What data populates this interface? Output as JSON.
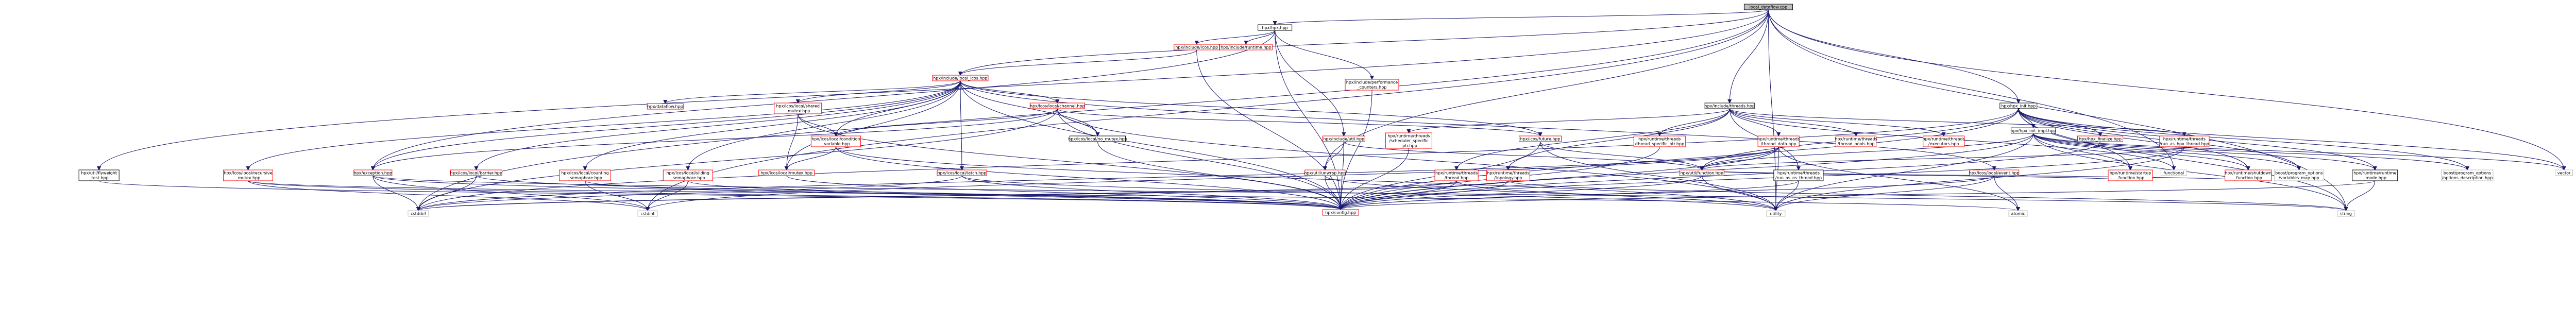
{
  "nodes": [
    {
      "id": "root",
      "lines": [
        "local_dataflow.cpp"
      ],
      "cls": "root"
    },
    {
      "id": "hpxhpp",
      "lines": [
        "hpx/hpx.hpp"
      ],
      "cls": "black"
    },
    {
      "id": "inc_lcos",
      "lines": [
        "hpx/include/lcos.hpp"
      ],
      "cls": "red"
    },
    {
      "id": "inc_runtime",
      "lines": [
        "hpx/include/runtime.hpp"
      ],
      "cls": "red"
    },
    {
      "id": "inc_perf",
      "lines": [
        "hpx/include/performance",
        "_counters.hpp"
      ],
      "cls": "red"
    },
    {
      "id": "inc_local_lcos",
      "lines": [
        "hpx/include/local_lcos.hpp"
      ],
      "cls": "red"
    },
    {
      "id": "dataflow",
      "lines": [
        "hpx/dataflow.hpp"
      ],
      "cls": "red"
    },
    {
      "id": "shared_mutex",
      "lines": [
        "hpx/lcos/local/shared",
        "_mutex.hpp"
      ],
      "cls": "red"
    },
    {
      "id": "channel",
      "lines": [
        "hpx/lcos/local/channel.hpp"
      ],
      "cls": "red"
    },
    {
      "id": "inc_threads",
      "lines": [
        "hpx/include/threads.hpp"
      ],
      "cls": "black"
    },
    {
      "id": "hpx_init",
      "lines": [
        "hpx/hpx_init.hpp"
      ],
      "cls": "black"
    },
    {
      "id": "hpx_init_impl",
      "lines": [
        "hpx/hpx_init_impl.hpp"
      ],
      "cls": "red"
    },
    {
      "id": "cond_var",
      "lines": [
        "hpx/lcos/local/condition",
        "_variable.hpp"
      ],
      "cls": "red"
    },
    {
      "id": "no_mutex",
      "lines": [
        "hpx/lcos/local/no_mutex.hpp"
      ],
      "cls": "black"
    },
    {
      "id": "inc_util",
      "lines": [
        "hpx/include/util.hpp"
      ],
      "cls": "red"
    },
    {
      "id": "future",
      "lines": [
        "hpx/lcos/future.hpp"
      ],
      "cls": "red"
    },
    {
      "id": "sched_tss",
      "lines": [
        "hpx/runtime/threads",
        "/scheduler_specific",
        "_ptr.hpp"
      ],
      "cls": "red"
    },
    {
      "id": "thread_spec",
      "lines": [
        "hpx/runtime/threads",
        "/thread_specific_ptr.hpp"
      ],
      "cls": "red"
    },
    {
      "id": "thread_data",
      "lines": [
        "hpx/runtime/threads",
        "/thread_data.hpp"
      ],
      "cls": "red"
    },
    {
      "id": "thread_pools",
      "lines": [
        "hpx/runtime/threads",
        "/thread_pools.hpp"
      ],
      "cls": "red"
    },
    {
      "id": "executors",
      "lines": [
        "hpx/runtime/threads",
        "/executors.hpp"
      ],
      "cls": "red"
    },
    {
      "id": "hpx_finalize",
      "lines": [
        "hpx/hpx_finalize.hpp"
      ],
      "cls": "red"
    },
    {
      "id": "run_as_hpx",
      "lines": [
        "hpx/runtime/threads",
        "/run_as_hpx_thread.hpp"
      ],
      "cls": "red"
    },
    {
      "id": "flyweight",
      "lines": [
        "hpx/util/flyweight",
        "_test.hpp"
      ],
      "cls": "black"
    },
    {
      "id": "recursive_mutex",
      "lines": [
        "hpx/lcos/local/recursive",
        "_mutex.hpp"
      ],
      "cls": "red"
    },
    {
      "id": "exception",
      "lines": [
        "hpx/exception.hpp"
      ],
      "cls": "red"
    },
    {
      "id": "barrier",
      "lines": [
        "hpx/lcos/local/barrier.hpp"
      ],
      "cls": "red"
    },
    {
      "id": "counting_sem",
      "lines": [
        "hpx/lcos/local/counting",
        "_semaphore.hpp"
      ],
      "cls": "red"
    },
    {
      "id": "sliding_sem",
      "lines": [
        "hpx/lcos/local/sliding",
        "_semaphore.hpp"
      ],
      "cls": "red"
    },
    {
      "id": "mutex",
      "lines": [
        "hpx/lcos/local/mutex.hpp"
      ],
      "cls": "red"
    },
    {
      "id": "latch",
      "lines": [
        "hpx/lcos/local/latch.hpp"
      ],
      "cls": "red"
    },
    {
      "id": "unwrap",
      "lines": [
        "hpx/util/unwrap.hpp"
      ],
      "cls": "red"
    },
    {
      "id": "topology",
      "lines": [
        "hpx/runtime/threads",
        "/topology.hpp"
      ],
      "cls": "red"
    },
    {
      "id": "threads_thread",
      "lines": [
        "hpx/runtime/threads",
        "/thread.hpp"
      ],
      "cls": "red"
    },
    {
      "id": "run_as_os",
      "lines": [
        "hpx/runtime/threads",
        "/run_as_os_thread.hpp"
      ],
      "cls": "black"
    },
    {
      "id": "function",
      "lines": [
        "hpx/util/function.hpp"
      ],
      "cls": "red"
    },
    {
      "id": "event",
      "lines": [
        "hpx/lcos/local/event.hpp"
      ],
      "cls": "red"
    },
    {
      "id": "startup_fn",
      "lines": [
        "hpx/runtime/startup",
        "_function.hpp"
      ],
      "cls": "red"
    },
    {
      "id": "shutdown_fn",
      "lines": [
        "hpx/runtime/shutdown",
        "_function.hpp"
      ],
      "cls": "red"
    },
    {
      "id": "po_varmap",
      "lines": [
        "boost/program_options",
        "/variables_map.hpp"
      ],
      "cls": "gray"
    },
    {
      "id": "rt_mode",
      "lines": [
        "hpx/runtime/runtime",
        "_mode.hpp"
      ],
      "cls": "black"
    },
    {
      "id": "po_desc",
      "lines": [
        "boost/program_options",
        "/options_description.hpp"
      ],
      "cls": "gray"
    },
    {
      "id": "functional",
      "lines": [
        "functional"
      ],
      "cls": "gray"
    },
    {
      "id": "vector",
      "lines": [
        "vector"
      ],
      "cls": "gray"
    },
    {
      "id": "config",
      "lines": [
        "hpx/config.hpp"
      ],
      "cls": "red"
    },
    {
      "id": "cstddef",
      "lines": [
        "cstddef"
      ],
      "cls": "gray"
    },
    {
      "id": "cstdint",
      "lines": [
        "cstdint"
      ],
      "cls": "gray"
    },
    {
      "id": "utility",
      "lines": [
        "utility"
      ],
      "cls": "gray"
    },
    {
      "id": "atomic",
      "lines": [
        "atomic"
      ],
      "cls": "gray"
    },
    {
      "id": "string",
      "lines": [
        "string"
      ],
      "cls": "gray"
    }
  ],
  "edges": [
    [
      "root",
      "hpxhpp"
    ],
    [
      "root",
      "inc_local_lcos"
    ],
    [
      "root",
      "inc_threads"
    ],
    [
      "root",
      "hpx_init"
    ],
    [
      "root",
      "flyweight"
    ],
    [
      "root",
      "cstdint"
    ],
    [
      "root",
      "cstddef"
    ],
    [
      "root",
      "unwrap"
    ],
    [
      "root",
      "functional"
    ],
    [
      "root",
      "vector"
    ],
    [
      "root",
      "string"
    ],
    [
      "root",
      "utility"
    ],
    [
      "hpxhpp",
      "inc_lcos"
    ],
    [
      "hpxhpp",
      "inc_runtime"
    ],
    [
      "hpxhpp",
      "inc_perf"
    ],
    [
      "hpxhpp",
      "exception"
    ],
    [
      "hpxhpp",
      "inc_util"
    ],
    [
      "hpxhpp",
      "config"
    ],
    [
      "inc_lcos",
      "inc_local_lcos"
    ],
    [
      "inc_lcos",
      "config"
    ],
    [
      "inc_perf",
      "config"
    ],
    [
      "inc_local_lcos",
      "dataflow"
    ],
    [
      "inc_local_lcos",
      "shared_mutex"
    ],
    [
      "inc_local_lcos",
      "channel"
    ],
    [
      "inc_local_lcos",
      "cond_var"
    ],
    [
      "inc_local_lcos",
      "no_mutex"
    ],
    [
      "inc_local_lcos",
      "future"
    ],
    [
      "inc_local_lcos",
      "recursive_mutex"
    ],
    [
      "inc_local_lcos",
      "exception"
    ],
    [
      "inc_local_lcos",
      "barrier"
    ],
    [
      "inc_local_lcos",
      "counting_sem"
    ],
    [
      "inc_local_lcos",
      "sliding_sem"
    ],
    [
      "inc_local_lcos",
      "mutex"
    ],
    [
      "inc_local_lcos",
      "latch"
    ],
    [
      "inc_local_lcos",
      "event"
    ],
    [
      "inc_local_lcos",
      "config"
    ],
    [
      "shared_mutex",
      "cond_var"
    ],
    [
      "shared_mutex",
      "mutex"
    ],
    [
      "shared_mutex",
      "config"
    ],
    [
      "channel",
      "cond_var"
    ],
    [
      "channel",
      "no_mutex"
    ],
    [
      "channel",
      "future"
    ],
    [
      "channel",
      "exception"
    ],
    [
      "channel",
      "config"
    ],
    [
      "channel",
      "utility"
    ],
    [
      "channel",
      "cstddef"
    ],
    [
      "cond_var",
      "mutex"
    ],
    [
      "cond_var",
      "config"
    ],
    [
      "cond_var",
      "utility"
    ],
    [
      "no_mutex",
      "config"
    ],
    [
      "inc_threads",
      "sched_tss"
    ],
    [
      "inc_threads",
      "thread_spec"
    ],
    [
      "inc_threads",
      "thread_data"
    ],
    [
      "inc_threads",
      "thread_pools"
    ],
    [
      "inc_threads",
      "executors"
    ],
    [
      "inc_threads",
      "run_as_hpx"
    ],
    [
      "inc_threads",
      "topology"
    ],
    [
      "inc_threads",
      "threads_thread"
    ],
    [
      "inc_threads",
      "run_as_os"
    ],
    [
      "inc_threads",
      "functional"
    ],
    [
      "sched_tss",
      "config"
    ],
    [
      "thread_spec",
      "config"
    ],
    [
      "thread_data",
      "function"
    ],
    [
      "thread_data",
      "config"
    ],
    [
      "thread_data",
      "cstddef"
    ],
    [
      "thread_data",
      "cstdint"
    ],
    [
      "thread_data",
      "utility"
    ],
    [
      "thread_data",
      "atomic"
    ],
    [
      "run_as_hpx",
      "function"
    ],
    [
      "run_as_hpx",
      "config"
    ],
    [
      "run_as_hpx",
      "utility"
    ],
    [
      "hpx_init",
      "hpx_init_impl"
    ],
    [
      "hpx_init",
      "hpx_finalize"
    ],
    [
      "hpx_init",
      "startup_fn"
    ],
    [
      "hpx_init",
      "shutdown_fn"
    ],
    [
      "hpx_init",
      "po_varmap"
    ],
    [
      "hpx_init",
      "rt_mode"
    ],
    [
      "hpx_init",
      "po_desc"
    ],
    [
      "hpx_init",
      "function"
    ],
    [
      "hpx_init",
      "config"
    ],
    [
      "hpx_init",
      "string"
    ],
    [
      "hpx_init",
      "vector"
    ],
    [
      "hpx_init",
      "cstddef"
    ],
    [
      "hpx_init_impl",
      "hpx_init"
    ],
    [
      "hpx_init_impl",
      "startup_fn"
    ],
    [
      "hpx_init_impl",
      "shutdown_fn"
    ],
    [
      "hpx_init_impl",
      "po_varmap"
    ],
    [
      "hpx_init_impl",
      "rt_mode"
    ],
    [
      "hpx_init_impl",
      "po_desc"
    ],
    [
      "hpx_init_impl",
      "function"
    ],
    [
      "hpx_init_impl",
      "config"
    ],
    [
      "hpx_init_impl",
      "string"
    ],
    [
      "hpx_init_impl",
      "vector"
    ],
    [
      "hpx_init_impl",
      "utility"
    ],
    [
      "hpx_finalize",
      "config"
    ],
    [
      "inc_util",
      "unwrap"
    ],
    [
      "inc_util",
      "function"
    ],
    [
      "inc_util",
      "config"
    ],
    [
      "future",
      "function"
    ],
    [
      "future",
      "config"
    ],
    [
      "future",
      "utility"
    ],
    [
      "unwrap",
      "config"
    ],
    [
      "unwrap",
      "utility"
    ],
    [
      "topology",
      "config"
    ],
    [
      "topology",
      "cstddef"
    ],
    [
      "topology",
      "string"
    ],
    [
      "threads_thread",
      "config"
    ],
    [
      "threads_thread",
      "cstddef"
    ],
    [
      "threads_thread",
      "utility"
    ],
    [
      "run_as_os",
      "config"
    ],
    [
      "run_as_os",
      "utility"
    ],
    [
      "function",
      "config"
    ],
    [
      "function",
      "utility"
    ],
    [
      "event",
      "config"
    ],
    [
      "event",
      "atomic"
    ],
    [
      "event",
      "utility"
    ],
    [
      "startup_fn",
      "function"
    ],
    [
      "shutdown_fn",
      "function"
    ],
    [
      "rt_mode",
      "config"
    ],
    [
      "rt_mode",
      "string"
    ],
    [
      "flyweight",
      "config"
    ],
    [
      "recursive_mutex",
      "config"
    ],
    [
      "recursive_mutex",
      "cstdint"
    ],
    [
      "recursive_mutex",
      "atomic"
    ],
    [
      "exception",
      "config"
    ],
    [
      "exception",
      "cstdint"
    ],
    [
      "exception",
      "cstddef"
    ],
    [
      "exception",
      "string"
    ],
    [
      "barrier",
      "config"
    ],
    [
      "barrier",
      "cstddef"
    ],
    [
      "counting_sem",
      "config"
    ],
    [
      "counting_sem",
      "cstdint"
    ],
    [
      "sliding_sem",
      "config"
    ],
    [
      "sliding_sem",
      "cstdint"
    ],
    [
      "mutex",
      "config"
    ],
    [
      "latch",
      "config"
    ],
    [
      "latch",
      "cstddef"
    ],
    [
      "latch",
      "utility"
    ]
  ]
}
